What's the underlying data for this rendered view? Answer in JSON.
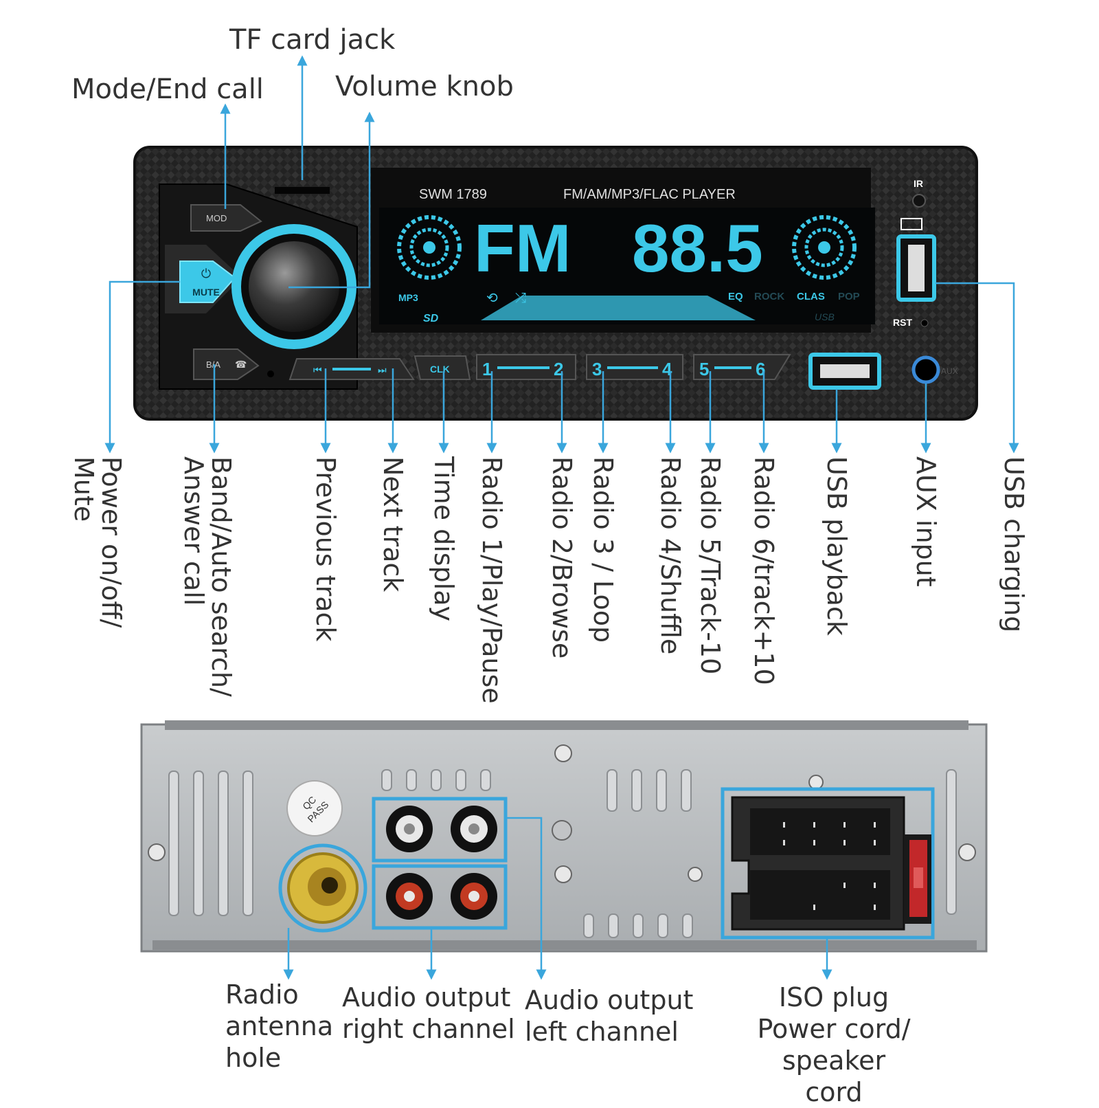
{
  "front_panel": {
    "model": "SWM 1789",
    "player_type": "FM/AM/MP3/FLAC  PLAYER",
    "display_band": "FM",
    "display_freq": "88.5",
    "ind_mp3": "MP3",
    "ind_eq": "EQ",
    "ind_rock": "ROCK",
    "ind_clas": "CLAS",
    "ind_pop": "POP",
    "ind_sd": "SD",
    "ind_usb": "USB",
    "ir": "IR",
    "rst": "RST",
    "btn_mod": "MOD",
    "btn_mute": "MUTE",
    "btn_ba": "B/A",
    "btn_clk": "CLK",
    "preset_1": "1",
    "preset_2": "2",
    "preset_3": "3",
    "preset_4": "4",
    "preset_5": "5",
    "preset_6": "6",
    "aux": "AUX",
    "accent_color": "#3cc8e8"
  },
  "top_labels": {
    "tf_card": "TF card jack",
    "mode_end": "Mode/End call",
    "volume": "Volume knob"
  },
  "vertical_labels": {
    "power": "Power on/off/",
    "power_2": "Mute",
    "band": "Band/Auto search/",
    "band_2": "Answer call",
    "prev": "Previous track",
    "next": "Next track",
    "time": "Time display",
    "r1": "Radio 1/Play/Pause",
    "r2": "Radio 2/Browse",
    "r3": "Radio 3 / Loop",
    "r4": "Radio 4/Shuffle",
    "r5": "Radio 5/Track-10",
    "r6": "Radio 6/track+10",
    "usb_play": "USB playback",
    "aux_in": "AUX input",
    "usb_charge": "USB charging"
  },
  "rear_panel": {
    "qc": "QC",
    "pass": "PASS"
  },
  "bottom_labels": {
    "antenna_1": "Radio",
    "antenna_2": "antenna",
    "antenna_3": "hole",
    "right_1": "Audio output",
    "right_2": "right channel",
    "left_1": "Audio output",
    "left_2": "left channel",
    "iso_1": "ISO plug",
    "iso_2": "Power cord/",
    "iso_3": "speaker cord"
  }
}
